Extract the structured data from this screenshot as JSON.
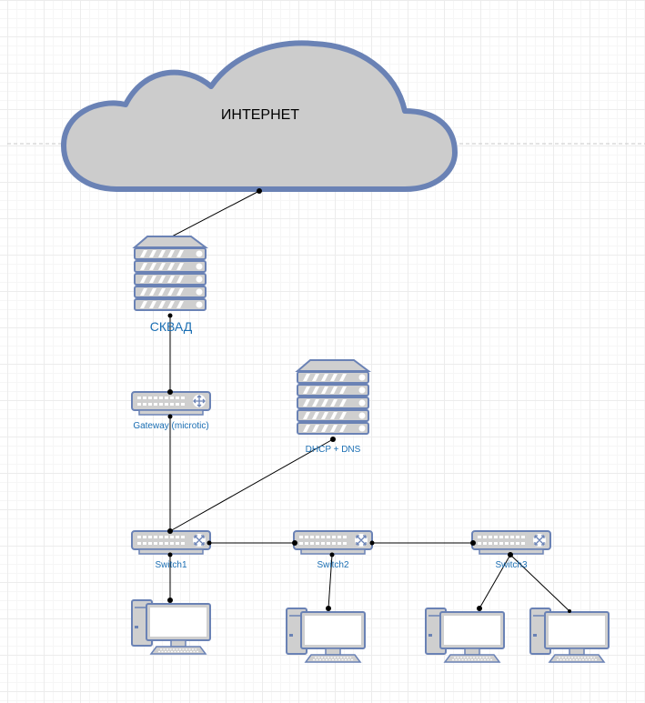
{
  "diagram": {
    "cloud_label": "ИНТЕРНЕТ",
    "skvad_label": "СКВАД",
    "gateway_label": "Gateway (microtic)",
    "dhcp_label": "DHCP + DNS",
    "switch1_label": "Switch1",
    "switch2_label": "Switch2",
    "switch3_label": "Switch3"
  },
  "colors": {
    "stroke": "#6a82b5",
    "fill_gray": "#cfcfcf",
    "label_blue": "#1a6eb3",
    "line": "#000000"
  }
}
